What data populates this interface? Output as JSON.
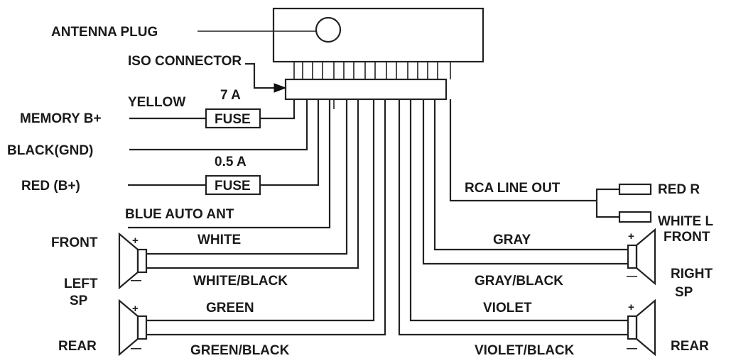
{
  "labels": {
    "antenna_plug": "ANTENNA PLUG",
    "iso_connector": "ISO CONNECTOR",
    "yellow": "YELLOW",
    "fuse_7a_rating": "7 A",
    "fuse_label_1": "FUSE",
    "memory_b": "MEMORY B+",
    "black_gnd": "BLACK(GND)",
    "fuse_05a_rating": "0.5 A",
    "fuse_label_2": "FUSE",
    "red_b": "RED (B+)",
    "blue_auto_ant": "BLUE  AUTO ANT",
    "front_left": "FRONT",
    "white": "WHITE",
    "white_black": "WHITE/BLACK",
    "left": "LEFT",
    "sp_left": "SP",
    "green": "GREEN",
    "green_black": "GREEN/BLACK",
    "rear_left": "REAR",
    "rca_line_out": "RCA LINE OUT",
    "red_r": "RED R",
    "white_l": "WHITE L",
    "front_right": "FRONT",
    "gray": "GRAY",
    "gray_black": "GRAY/BLACK",
    "right": "RIGHT",
    "sp_right": "SP",
    "violet": "VIOLET",
    "violet_black": "VIOLET/BLACK",
    "rear_right": "REAR",
    "plus": "+",
    "minus": "—"
  }
}
